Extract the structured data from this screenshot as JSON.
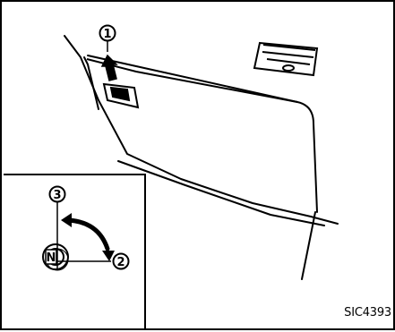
{
  "figure": {
    "code": "SIC4393"
  },
  "callouts": {
    "c1": "1",
    "c2": "2",
    "c3": "3",
    "lock_knob_letter": "N"
  },
  "icons": {
    "lift_arrow": "up-arrow-icon",
    "rotate_arrow": "curved-double-arrow-icon",
    "vent": "air-vent-icon"
  }
}
